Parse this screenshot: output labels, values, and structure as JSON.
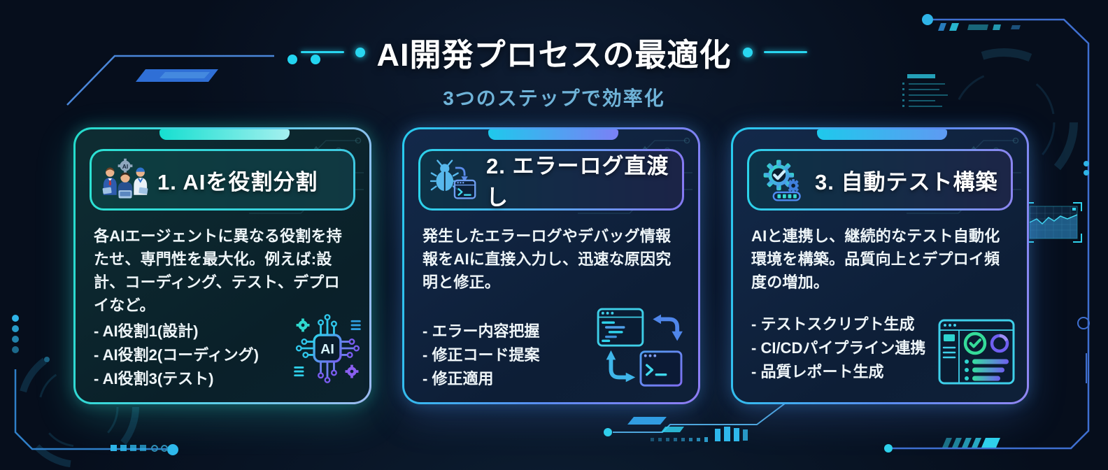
{
  "header": {
    "title": "AI開発プロセスの最適化",
    "subtitle": "3つのステップで効率化"
  },
  "cards": [
    {
      "title": "1. AIを役割分割",
      "header_icon": "team-ai-icon",
      "description": "各AIエージェントに異なる役割を持たせ、専門性を最大化。例えば:設計、コーディング、テスト、デプロイなど。",
      "bullets": [
        "- AI役割1(設計)",
        "- AI役割2(コーディング)",
        "- AI役割3(テスト)"
      ],
      "side_icon": "ai-chip-icon"
    },
    {
      "title": "2. エラーログ直渡し",
      "header_icon": "bug-to-terminal-icon",
      "description": "発生したエラーログやデバッグ情報報をAIに直接入力し、迅速な原因究明と修正。",
      "bullets": [
        "- エラー内容把握",
        "- 修正コード提案",
        "- 修正適用"
      ],
      "side_icon": "code-terminal-sync-icon"
    },
    {
      "title": "3. 自動テスト構築",
      "header_icon": "gear-check-icon",
      "description": "AIと連携し、継続的なテスト自動化環境を構築。品質向上とデプロイ頻度の増加。",
      "bullets": [
        "- テストスクリプト生成",
        "- CI/CDパイプライン連携",
        "- 品質レポート生成"
      ],
      "side_icon": "test-dashboard-icon"
    }
  ],
  "colors": {
    "background": "#060e1c",
    "accent_cyan": "#29d6f0",
    "accent_teal": "#2ee6c8",
    "accent_blue": "#4f8cf0",
    "accent_purple": "#8b5cf6",
    "subtitle_text": "#6fb3d8",
    "body_text": "#eef5f8"
  }
}
